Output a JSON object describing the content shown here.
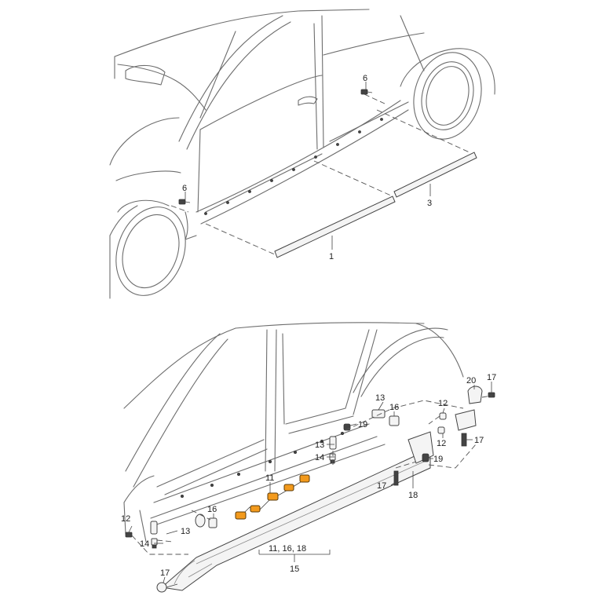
{
  "labels": {
    "n1": "1",
    "n3": "3",
    "n6a": "6",
    "n6b": "6",
    "n11": "11",
    "n12a": "12",
    "n12b": "12",
    "n12c": "12",
    "n13a": "13",
    "n13b": "13",
    "n13c": "13",
    "n14a": "14",
    "n14b": "14",
    "n15": "15",
    "n16a": "16",
    "n16b": "16",
    "n17a": "17",
    "n17b": "17",
    "n17c": "17",
    "n17d": "17",
    "n18": "18",
    "n19a": "19",
    "n19b": "19",
    "n20": "20",
    "group": "11, 16, 18"
  },
  "colors": {
    "highlight": "#f39a1c",
    "outline": "#6d6d6d"
  }
}
